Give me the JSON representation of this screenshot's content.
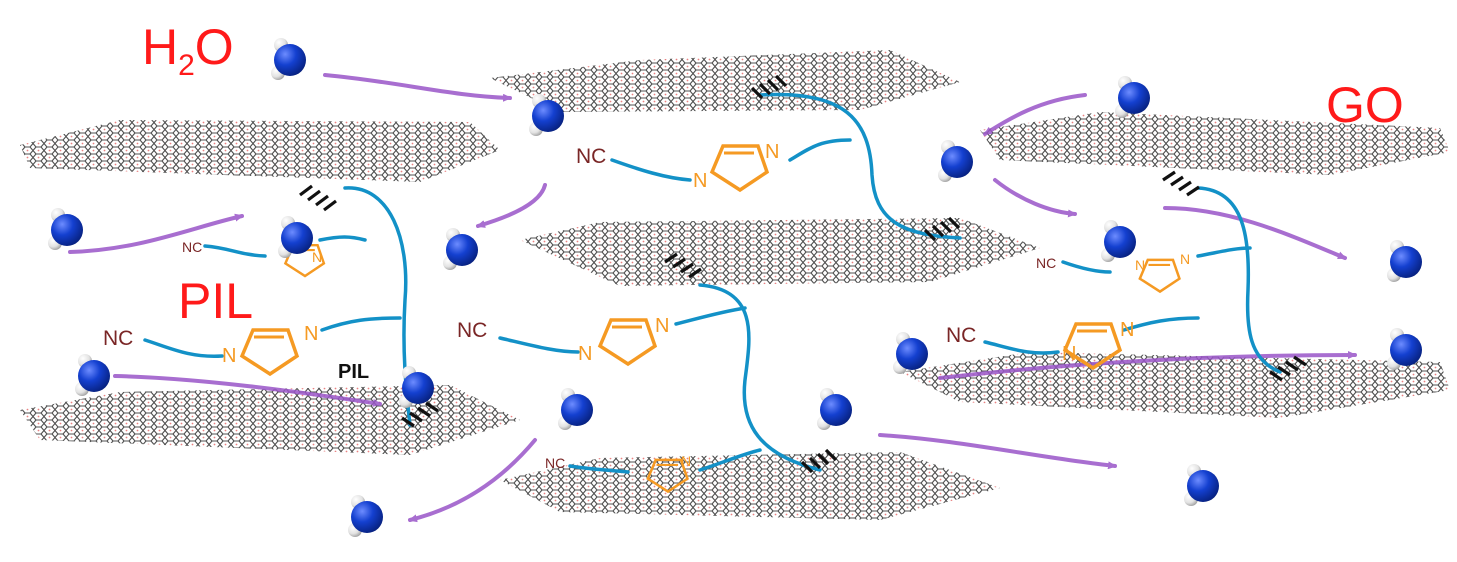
{
  "labels": {
    "water": "H",
    "water_sub": "2",
    "water_tail": "O",
    "go": "GO",
    "pil": "PIL",
    "pil_small": "PIL",
    "nitrile": "NC",
    "nitrogen": "N"
  },
  "colors": {
    "label_red": "#ff1a1a",
    "oxygen_blue": "#1033c0",
    "hydrogen_white": "#e6e6e6",
    "chain_blue": "#1391c7",
    "imidazolium_orange": "#f59a23",
    "flow_purple": "#9a55c8",
    "nitrile_brown": "#7a2626",
    "sheet_carbon": "#3c3c3c",
    "sheet_oxygen": "#f07e7e"
  },
  "icons": [
    "water-molecule-icon",
    "graphene-oxide-sheet-icon",
    "imidazolium-ring-icon",
    "flow-arrow-icon"
  ]
}
